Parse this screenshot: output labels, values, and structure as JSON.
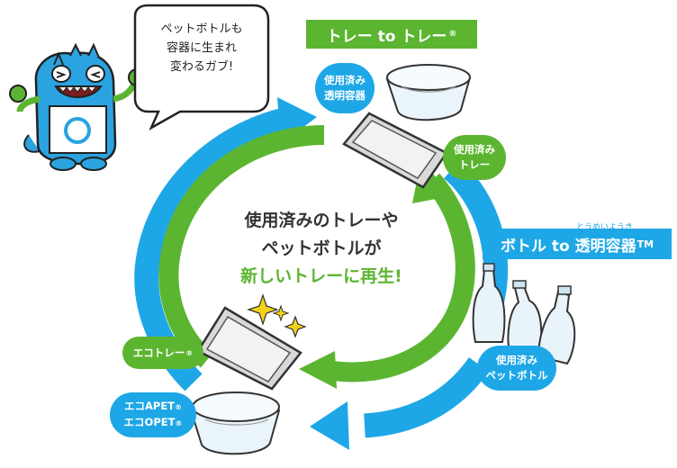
{
  "speech_bubble": {
    "line1": "ペットボトルも",
    "line2": "容器に生まれ",
    "line3": "変わるガブ!"
  },
  "banner_tray": {
    "label": "トレー to トレー",
    "mark": "®"
  },
  "banner_bottle": {
    "label": "ボトル to 透明容器",
    "mark": "TM",
    "ruby": "とうめいようき"
  },
  "center": {
    "line1": "使用済みのトレーや",
    "line2": "ペットボトルが",
    "line3": "新しいトレーに再生!"
  },
  "labels": {
    "used_clear_container": [
      "使用済み",
      "透明容器"
    ],
    "used_tray": [
      "使用済み",
      "トレー"
    ],
    "used_pet_bottle": [
      "使用済み",
      "ペットボトル"
    ],
    "eco_tray": "エコトレー",
    "eco_tray_mark": "®",
    "eco_apet": "エコAPET",
    "eco_opet": "エコOPET",
    "eco_mark": "®"
  },
  "colors": {
    "green": "#5cb531",
    "blue": "#1ea7e6",
    "dark_text": "#333333",
    "mascot_blue": "#2aa3e0"
  }
}
